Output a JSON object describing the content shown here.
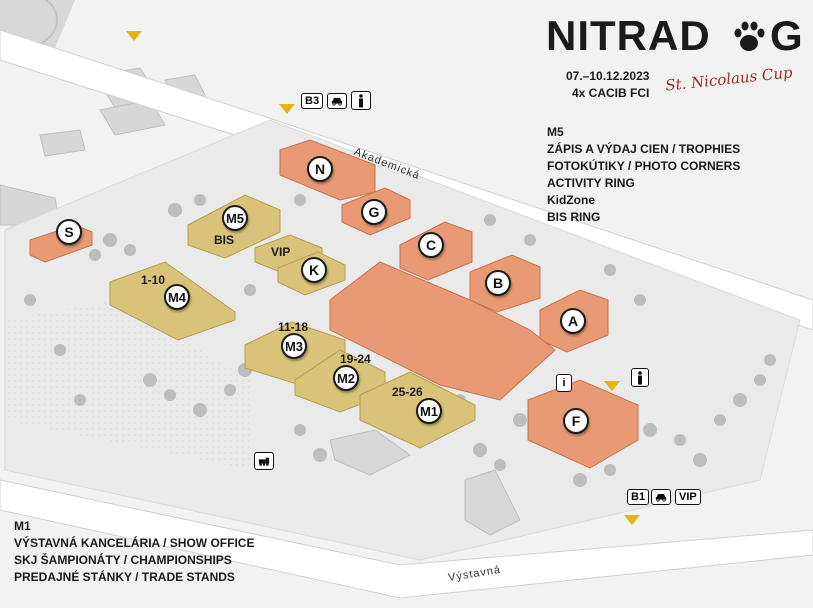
{
  "logo": {
    "text_a": "NITRAD",
    "text_b": "G",
    "paw": "paw-icon"
  },
  "event": {
    "dates": "07.–10.12.2023",
    "cacib": "4x CACIB FCI",
    "cup": "St. Nicolaus Cup"
  },
  "streets": {
    "akademicka": "Akademická",
    "vystavna": "Výstavná"
  },
  "legend_m5": {
    "title": "M5",
    "lines": [
      "ZÁPIS A VÝDAJ CIEN / TROPHIES",
      "FOTOKÚTIKY / PHOTO CORNERS",
      "ACTIVITY RING",
      "KidZone",
      "BIS RING"
    ]
  },
  "legend_m1": {
    "title": "M1",
    "lines": [
      "VÝSTAVNÁ KANCELÁRIA / SHOW OFFICE",
      "SKJ ŠAMPIONÁTY / CHAMPIONSHIPS",
      "PREDAJNÉ STÁNKY / TRADE STANDS"
    ]
  },
  "markers": {
    "N": "N",
    "G": "G",
    "S": "S",
    "M5": "M5",
    "K": "K",
    "C": "C",
    "B": "B",
    "A": "A",
    "M4": "M4",
    "M3": "M3",
    "M2": "M2",
    "M1": "M1",
    "F": "F"
  },
  "labels": {
    "bis": "BIS",
    "vip": "VIP",
    "m4_ring": "1-10",
    "m3_ring": "11-18",
    "m2_ring": "19-24",
    "m1_ring": "25-26"
  },
  "parking": {
    "b3": "B3",
    "b1": "B1",
    "b1_vip": "VIP",
    "car": "car-icon",
    "toilet": "toilet-icon",
    "info": "i",
    "train": "train-icon"
  },
  "colors": {
    "hall_orange": "#e89a74",
    "hall_yellow": "#d9c37a",
    "accent_yellow": "#e8b210",
    "dark_red": "#9e2b2b"
  }
}
